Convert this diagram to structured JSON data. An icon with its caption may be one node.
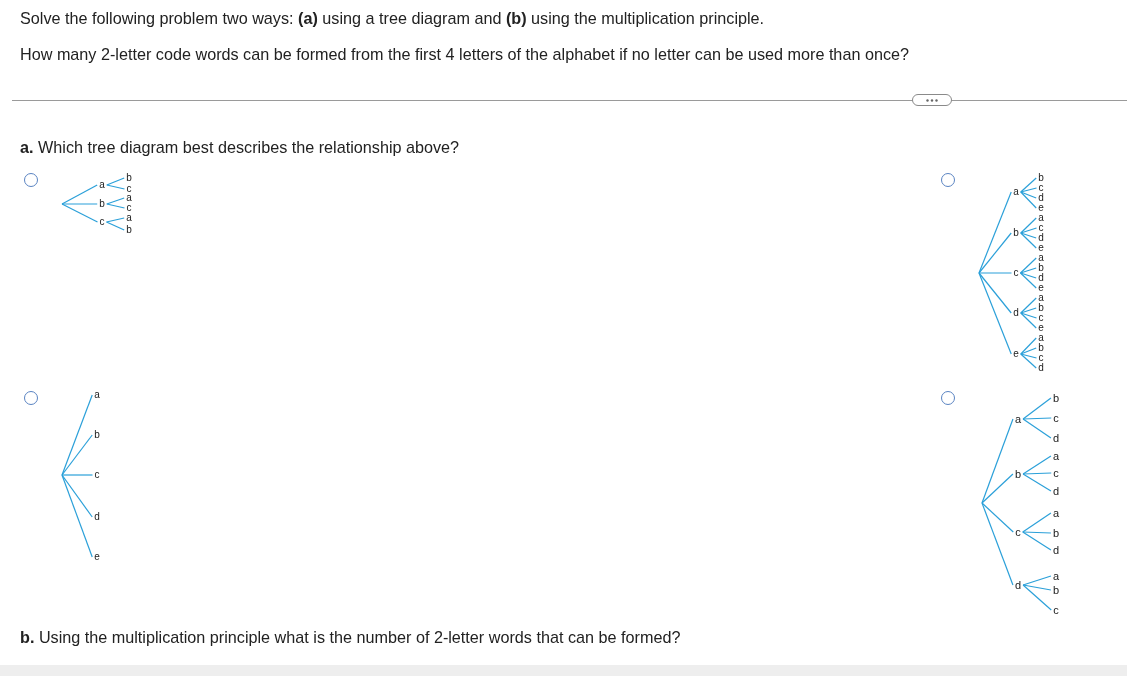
{
  "diagram": {
    "nodes": [
      {
        "text": [
          "a"
        ]
      },
      {
        "text": [
          "b"
        ]
      },
      {
        "text": [
          "c"
        ]
      },
      {
        "text": [
          "b"
        ]
      },
      {
        "text": [
          "a"
        ]
      },
      {
        "text": [
          "c"
        ]
      },
      {
        "text": [
          "c"
        ]
      },
      {
        "text": [
          "a"
        ]
      },
      {
        "text": [
          "b"
        ]
      },
      {
        "text": [
          "a"
        ]
      },
      {
        "text": [
          "b"
        ]
      },
      {
        "text": [
          "c"
        ]
      },
      {
        "text": [
          "d"
        ]
      },
      {
        "text": [
          "e"
        ]
      },
      {
        "text": [
          "b"
        ]
      },
      {
        "text": [
          "a"
        ]
      },
      {
        "text": [
          "c"
        ]
      },
      {
        "text": [
          "d"
        ]
      },
      {
        "text": [
          "e"
        ]
      },
      {
        "text": [
          "c"
        ]
      },
      {
        "text": [
          "a"
        ]
      },
      {
        "text": [
          "b"
        ]
      },
      {
        "text": [
          "d"
        ]
      },
      {
        "text": [
          "e"
        ]
      },
      {
        "text": [
          "d"
        ]
      },
      {
        "text": [
          "a"
        ]
      },
      {
        "text": [
          "b"
        ]
      },
      {
        "text": [
          "c"
        ]
      },
      {
        "text": [
          "e"
        ]
      },
      {
        "text": [
          "e"
        ]
      },
      {
        "text": [
          "a"
        ]
      },
      {
        "text": [
          "b"
        ]
      },
      {
        "text": [
          "c"
        ]
      },
      {
        "text": [
          "d"
        ]
      },
      {
        "text": [
          "a"
        ]
      },
      {
        "text": [
          "b"
        ]
      },
      {
        "text": [
          "c"
        ]
      },
      {
        "text": [
          "d"
        ]
      },
      {
        "text": [
          "e"
        ]
      },
      {
        "text": [
          "a"
        ]
      },
      {
        "text": [
          "b"
        ]
      },
      {
        "text": [
          "c"
        ]
      },
      {
        "text": [
          "d"
        ]
      },
      {
        "text": [
          "b"
        ]
      },
      {
        "text": [
          "a"
        ]
      },
      {
        "text": [
          "c"
        ]
      },
      {
        "text": [
          "d"
        ]
      },
      {
        "text": [
          "c"
        ]
      },
      {
        "text": [
          "a"
        ]
      },
      {
        "text": [
          "b"
        ]
      },
      {
        "text": [
          "d"
        ]
      },
      {
        "text": [
          "d"
        ]
      },
      {
        "text": [
          "a"
        ]
      },
      {
        "text": [
          "b"
        ]
      },
      {
        "text": [
          "c"
        ]
      }
    ],
    "edges": [
      {
        "from": null,
        "to": 0,
        "arrow": "none"
      },
      {
        "from": 0,
        "to": 1,
        "arrow": "none"
      },
      {
        "from": 0,
        "to": 2,
        "arrow": "none"
      },
      {
        "from": null,
        "to": 3,
        "arrow": "none"
      },
      {
        "from": 3,
        "to": 4,
        "arrow": "none"
      },
      {
        "from": 3,
        "to": 5,
        "arrow": "none"
      },
      {
        "from": null,
        "to": 6,
        "arrow": "none"
      },
      {
        "from": 6,
        "to": 7,
        "arrow": "none"
      },
      {
        "from": 6,
        "to": 8,
        "arrow": "none"
      },
      {
        "from": null,
        "to": 9,
        "arrow": "none"
      },
      {
        "from": 9,
        "to": 10,
        "arrow": "none"
      },
      {
        "from": 9,
        "to": 11,
        "arrow": "none"
      },
      {
        "from": 9,
        "to": 12,
        "arrow": "none"
      },
      {
        "from": 9,
        "to": 13,
        "arrow": "none"
      },
      {
        "from": null,
        "to": 14,
        "arrow": "none"
      },
      {
        "from": 14,
        "to": 15,
        "arrow": "none"
      },
      {
        "from": 14,
        "to": 16,
        "arrow": "none"
      },
      {
        "from": 14,
        "to": 17,
        "arrow": "none"
      },
      {
        "from": 14,
        "to": 18,
        "arrow": "none"
      },
      {
        "from": null,
        "to": 19,
        "arrow": "none"
      },
      {
        "from": 19,
        "to": 20,
        "arrow": "none"
      },
      {
        "from": 19,
        "to": 21,
        "arrow": "none"
      },
      {
        "from": 19,
        "to": 22,
        "arrow": "none"
      },
      {
        "from": 19,
        "to": 23,
        "arrow": "none"
      },
      {
        "from": null,
        "to": 24,
        "arrow": "none"
      },
      {
        "from": 24,
        "to": 25,
        "arrow": "none"
      },
      {
        "from": 24,
        "to": 26,
        "arrow": "none"
      },
      {
        "from": 24,
        "to": 27,
        "arrow": "none"
      },
      {
        "from": 24,
        "to": 28,
        "arrow": "none"
      },
      {
        "from": null,
        "to": 29,
        "arrow": "none"
      },
      {
        "from": 29,
        "to": 30,
        "arrow": "none"
      },
      {
        "from": 29,
        "to": 31,
        "arrow": "none"
      },
      {
        "from": 29,
        "to": 32,
        "arrow": "none"
      },
      {
        "from": 29,
        "to": 33,
        "arrow": "none"
      },
      {
        "from": null,
        "to": 34,
        "arrow": "none"
      },
      {
        "from": null,
        "to": 35,
        "arrow": "none"
      },
      {
        "from": null,
        "to": 36,
        "arrow": "none"
      },
      {
        "from": null,
        "to": 37,
        "arrow": "none"
      },
      {
        "from": null,
        "to": 38,
        "arrow": "none"
      },
      {
        "from": null,
        "to": 39,
        "arrow": "none"
      },
      {
        "from": 39,
        "to": 40,
        "arrow": "none"
      },
      {
        "from": 39,
        "to": 41,
        "arrow": "none"
      },
      {
        "from": 39,
        "to": 42,
        "arrow": "none"
      },
      {
        "from": null,
        "to": 43,
        "arrow": "none"
      },
      {
        "from": 43,
        "to": 44,
        "arrow": "none"
      },
      {
        "from": 43,
        "to": 45,
        "arrow": "none"
      },
      {
        "from": 43,
        "to": 46,
        "arrow": "none"
      },
      {
        "from": null,
        "to": 47,
        "arrow": "none"
      },
      {
        "from": 47,
        "to": 48,
        "arrow": "none"
      },
      {
        "from": 47,
        "to": 49,
        "arrow": "none"
      },
      {
        "from": 47,
        "to": 50,
        "arrow": "none"
      },
      {
        "from": null,
        "to": 51,
        "arrow": "none"
      },
      {
        "from": 51,
        "to": 52,
        "arrow": "none"
      },
      {
        "from": 51,
        "to": 53,
        "arrow": "none"
      },
      {
        "from": 51,
        "to": 54,
        "arrow": "none"
      }
    ],
    "labels": [
      "Solve the following problem two ways: **(a)** using a tree diagram and **(b)** using the multiplication principle.",
      "How many 2-letter code words can be formed from the first 4 letters of the alphabet if no letter can be used more than once?",
      "**a.** Which tree diagram best describes the relationship above?",
      "**b.** Using the multiplication principle what is the number of 2-letter words that can be formed?"
    ]
  }
}
